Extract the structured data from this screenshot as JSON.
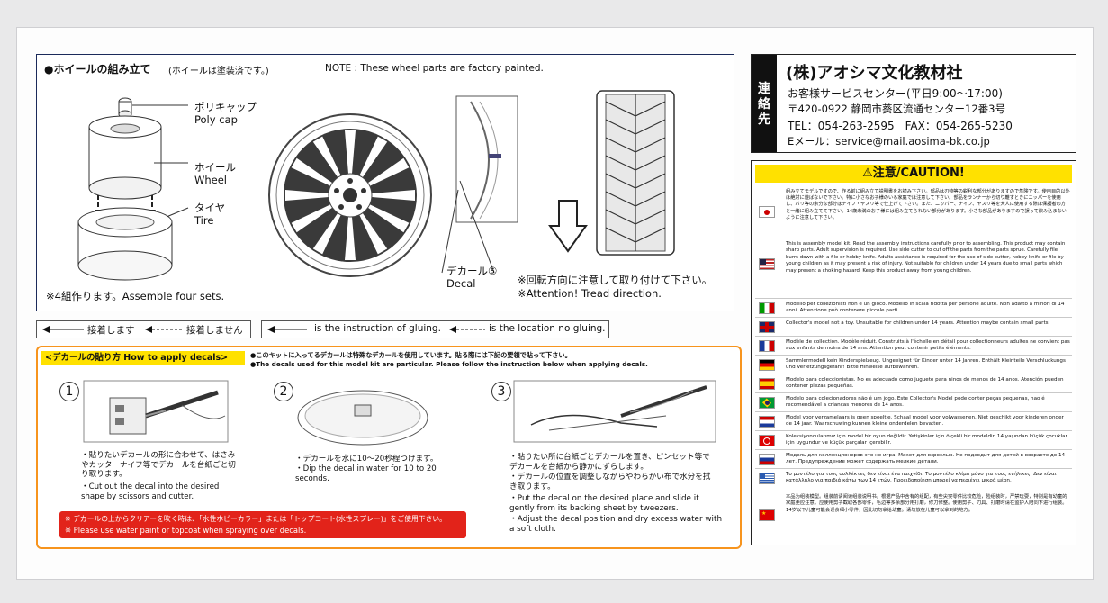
{
  "assembly": {
    "title": "●ホイールの組み立て",
    "title_note_jp": "(ホイールは塗装済です。)",
    "title_note_en": "NOTE : These wheel parts are factory painted.",
    "polycap_jp": "ポリキャップ",
    "polycap_en": "Poly cap",
    "wheel_jp": "ホイール",
    "wheel_en": "Wheel",
    "tire_jp": "タイヤ",
    "tire_en": "Tire",
    "assemble_note": "※4組作ります。Assemble four sets.",
    "decal_jp": "デカール⑤",
    "decal_en": "Decal",
    "rotation_jp": "※回転方向に注意して取り付けて下さい。",
    "rotation_en": "※Attention! Tread direction."
  },
  "legend": {
    "jp_glue": "接着します",
    "jp_noglue": "接着しません",
    "en_glue": "is the instruction of gluing.",
    "en_noglue": "is the location no gluing."
  },
  "decals": {
    "header": "<デカールの貼り方 How to apply decals>",
    "header_jp": "●このキットに入ってるデカールは特殊なデカールを使用しています。貼る際には下記の要領で貼って下さい。",
    "header_en": "●The decals used for this model kit are particular. Please follow the instruction below when applying decals.",
    "step1_num": "1",
    "step1_jp": "・貼りたいデカールの形に合わせて、はさみやカッターナイフ等でデカールを台紙ごと切り取ります。",
    "step1_en": "・Cut out the decal into the desired shape by scissors and cutter.",
    "step2_num": "2",
    "step2_jp": "・デカールを水に10〜20秒程つけます。",
    "step2_en": "・Dip the decal in water for 10 to 20 seconds.",
    "step3_num": "3",
    "step3_jp1": "・貼りたい所に台紙ごとデカールを置き、ピンセット等でデカールを台紙から静かにずらします。",
    "step3_jp2": "・デカールの位置を調整しながらやわらかい布で水分を拭き取ります。",
    "step3_en1": "・Put the decal on the desired place and slide it gently from its backing sheet by tweezers.",
    "step3_en2": "・Adjust the decal position and dry excess water with a soft cloth.",
    "warn_jp": "※ デカールの上からクリアーを吹く時は、「水性ホビーカラー」または「トップコート(水性スプレー)」をご使用下さい。",
    "warn_en": "※ Please use water paint or topcoat when spraying over decals."
  },
  "contact": {
    "vertical_label": "連絡先",
    "company": "(株)アオシマ文化教材社",
    "center": "お客様サービスセンター(平日9:00〜17:00)",
    "address": "〒420-0922 静岡市葵区流通センター12番3号",
    "phone": "TEL：054-263-2595　FAX：054-265-5230",
    "email": "Eメール：service@mail.aosima-bk.co.jp"
  },
  "caution": {
    "title": "⚠注意/CAUTION!",
    "jp": "組み立てモデルですので、作る前に組み立て説明書をお読み下さい。部品は刃物等の鋭利な部分がありますので危険です。使用目的以外は絶対に遊ばないで下さい。特に小さなお子様のいる家庭では注意して下さい。部品をランナーから切り離すときにニッパーを使用し、バリ等の余分な部分はナイフ・ヤスリ等で仕上げて下さい。また、ニッパー、ナイフ、ヤスリ等を大人に使用する際は保護者の方と一緒に組み立てて下さい。14歳未満のお子様には組み立てられない部分があります。小さな部品がありますので誤って飲み込まないように注意して下さい。",
    "en": "This is assembly model kit. Read the assembly instructions carefully prior to assembling. This product may contain sharp parts. Adult supervision is required. Use side cutter to cut off the parts from the parts sprue. Carefully file burrs down with a file or hobby knife. Adults assistance is required for the use of side cutter, hobby knife or file by young children as it may present a risk of injury. Not suitable for children under 14 years due to small parts which may present a choking hazard. Keep this product away from young children.",
    "it": "Modello per collezionisti non è un gioco. Modello in scala ridotta per persone adulte. Non adatto a minori di 14 anni. Attenzione può contenere piccole parti.",
    "gb": "Collector's model not a toy. Unsuitable for children under 14 years. Attention maybe contain small parts.",
    "fr": "Modèle de collection. Modèle réduit. Construits à l'échelle en détail pour collectionneurs adultes ne convient pas aux enfants de moins de 14 ans. Attention peut contenir petits éléments.",
    "de": "Sammlermodell kein Kinderspielzeug. Ungeeignet für Kinder unter 14 Jahren. Enthält Kleinteile Verschluckungs und Verletzungsgefahr! Bitte Hinweise aufbewahren.",
    "es": "Modelo para coleccionistas. No es adecuado como juguete para ninos de menos de 14 anos. Atención pueden contener piezas pequeñas.",
    "br": "Modelo para colecionadores não é um jogo. Este Collector's Model pode conter peças pequenas, nao é recomendável a crianças menores de 14 anos.",
    "nl": "Model voor verzamelaars is geen speeltje. Schaal model voor volwassenen. Niet geschikt voor kinderen onder de 14 jaar. Waarschuwing kunnen kleine onderdelen bevatten.",
    "tr": "Koleksiyoncularımız için model bir oyun değildir. Yetişkinler için ölçekli bir modeldir. 14 yaşından küçük çocuklar için uygundur ve küçük parçalar içerebilir.",
    "ru": "Модель для коллекционеров это не игра. Макет для взрослых. Не подходит для детей в возрасте до 14 лет. Предупреждение может содержать мелкие детали.",
    "gr": "Το μοντέλο για τους συλλέκτες δεν είναι ένα παιχνίδι. Το μοντέλο κλίμα μόνο για τους ενήλικες. Δεν είναι κατάλληλο για παιδιά κάτω των 14 ετών. Προειδοποίηση μπορεί να περιέχει μικρά μέρη.",
    "cn": "本品为组装模型。组装前请阅读组装说明书。根据产品中含有的组配，有些尖突零件比较危险，险组装时，严禁玩耍，特别是有幼童的家庭更应注意。应使用剪子截取各部零件，毛边等多余部分用打磨，修刀修整。使用剪子、刀具、打磨时请在监护人陪同下进行组装。14岁以下儿童可能会误食细小零件，因此切勿拿给幼童。请勿放在儿童可以拿到的地方。"
  },
  "colors": {
    "navy": "#1b2a5a",
    "yellow": "#ffe100",
    "red": "#e2231a",
    "orange": "#f7941d"
  }
}
